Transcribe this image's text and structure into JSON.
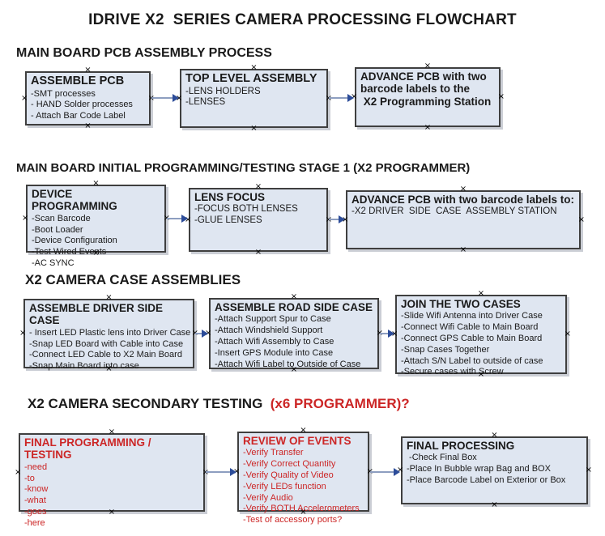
{
  "page_title": "IDRIVE X2  SERIES CAMERA PROCESSING FLOWCHART",
  "colors": {
    "box_fill": "#dfe6f1",
    "box_border": "#3f3f3f",
    "red_accent": "#cc2626",
    "arrow_line": "#8d9ec0",
    "arrow_head": "#2c4c99"
  },
  "sections": [
    {
      "heading": "MAIN BOARD PCB ASSEMBLY PROCESS",
      "boxes": [
        {
          "title": "ASSEMBLE PCB",
          "items": [
            "-SMT processes",
            "- HAND Solder processes",
            "- Attach Bar Code Label"
          ]
        },
        {
          "title": "TOP LEVEL ASSEMBLY",
          "items": [
            "-LENS HOLDERS",
            "-LENSES"
          ]
        },
        {
          "title": "ADVANCE PCB with two barcode labels to the\n X2 Programming Station",
          "items": []
        }
      ]
    },
    {
      "heading": "MAIN BOARD INITIAL PROGRAMMING/TESTING STAGE 1 (X2 PROGRAMMER)",
      "boxes": [
        {
          "title": "DEVICE PROGRAMMING",
          "items": [
            "-Scan Barcode",
            "-Boot Loader",
            "-Device Configuration",
            "-Test Wired Events",
            "-AC SYNC"
          ]
        },
        {
          "title": "LENS FOCUS",
          "items": [
            "-FOCUS BOTH LENSES",
            "-GLUE LENSES"
          ]
        },
        {
          "title": "ADVANCE PCB with two barcode labels to:",
          "items": [
            "-X2 DRIVER  SIDE  CASE  ASSEMBLY STATION"
          ]
        }
      ]
    },
    {
      "heading": "X2 CAMERA CASE ASSEMBLIES",
      "boxes": [
        {
          "title": "ASSEMBLE DRIVER SIDE CASE",
          "items": [
            "- Insert LED Plastic lens into Driver Case",
            "-Snap LED Board with Cable into Case",
            "-Connect LED Cable to X2 Main Board",
            "-Snap Main Board into case"
          ]
        },
        {
          "title": "ASSEMBLE ROAD SIDE CASE",
          "items": [
            "-Attach Support Spur to Case",
            "-Attach Windshield Support",
            "-Attach Wifi Assembly to Case",
            "-Insert GPS Module into Case",
            "-Attach Wifi Label to Outside of Case"
          ]
        },
        {
          "title": "JOIN THE TWO CASES",
          "items": [
            "-Slide Wifi Antenna into Driver Case",
            "-Connect Wifi Cable to Main Board",
            "-Connect GPS Cable to Main Board",
            "-Snap Cases Together",
            "-Attach S/N Label to outside of case",
            "-Secure cases with Screw"
          ]
        }
      ]
    },
    {
      "heading": "X2 CAMERA SECONDARY TESTING ",
      "heading_red": " (x6 PROGRAMMER)?",
      "boxes": [
        {
          "title": "FINAL PROGRAMMING / TESTING",
          "items": [
            "-need",
            "-to",
            "-know",
            "-what",
            "-goes",
            "-here"
          ],
          "text_color": "#cc2626"
        },
        {
          "title": "REVIEW OF EVENTS",
          "items": [
            "-Verify Transfer",
            "-Verify Correct Quantity",
            "-Verify Quality of Video",
            "-Verify LEDs function",
            "-Verify Audio",
            "-Verify BOTH Accelerometers",
            "-Test of accessory ports?"
          ],
          "text_color": "#cc2626"
        },
        {
          "title": "FINAL PROCESSING",
          "items": [
            " -Check Final Box",
            "-Place In Bubble wrap Bag and BOX",
            "-Place Barcode Label on Exterior or Box"
          ]
        }
      ]
    }
  ]
}
